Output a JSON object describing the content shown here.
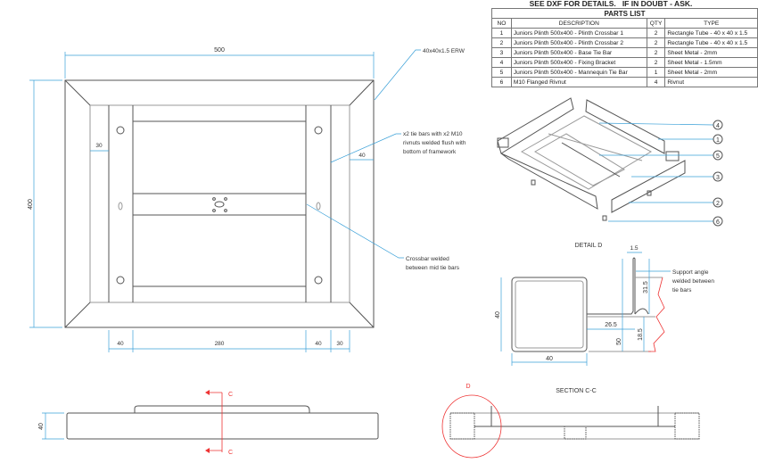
{
  "header_note": "SEE DXF FOR DETAILS.   IF IN DOUBT - ASK.",
  "parts_list": {
    "title": "PARTS LIST",
    "columns": [
      "NO",
      "DESCRIPTION",
      "QTY",
      "TYPE"
    ],
    "rows": [
      {
        "no": "1",
        "description": "Juniors Plinth 500x400 - Plinth Crossbar 1",
        "qty": "2",
        "type": "Rectangle Tube - 40 x 40 x 1.5"
      },
      {
        "no": "2",
        "description": "Juniors Plinth 500x400 - Plinth Crossbar 2",
        "qty": "2",
        "type": "Rectangle Tube - 40 x 40 x 1.5"
      },
      {
        "no": "3",
        "description": "Juniors Plinth 500x400 - Base Tie Bar",
        "qty": "2",
        "type": "Sheet Metal - 2mm"
      },
      {
        "no": "4",
        "description": "Juniors Plinth 500x400 - Fixing Bracket",
        "qty": "2",
        "type": "Sheet Metal - 1.5mm"
      },
      {
        "no": "5",
        "description": "Juniors Plinth 500x400 - Mannequin Tie Bar",
        "qty": "1",
        "type": "Sheet Metal - 2mm"
      },
      {
        "no": "6",
        "description": "M10 Flanged Rivnut",
        "qty": "4",
        "type": "Rivnut"
      }
    ]
  },
  "plan_view": {
    "dim_width": "500",
    "dim_height": "400",
    "dim_left_gap": "30",
    "dim_right_tube": "40",
    "bottom_dims": [
      "40",
      "280",
      "40",
      "30"
    ],
    "callout_tube": "40x40x1.5 ERW",
    "callout_tie_bars": [
      "x2 tie bars with x2 M10",
      "rivnuts welded flush with",
      "bottom of framework"
    ],
    "callout_crossbar": [
      "Crossbar welded",
      "between mid tie bars"
    ]
  },
  "iso_view": {
    "balloons": [
      "4",
      "1",
      "5",
      "3",
      "2",
      "6"
    ]
  },
  "detail_d": {
    "title": "DETAIL D",
    "dims": {
      "thickness": "1.5",
      "angle_height": "31.5",
      "offset": "26.5",
      "total_height": "50",
      "lower": "18.5",
      "tube_height": "40",
      "tube_width": "40"
    },
    "callout": [
      "Support angle",
      "welded between",
      "tie bars"
    ]
  },
  "side_view": {
    "dim_height": "40",
    "section_label": "C"
  },
  "section_view": {
    "title": "SECTION C-C",
    "detail_label": "D"
  }
}
